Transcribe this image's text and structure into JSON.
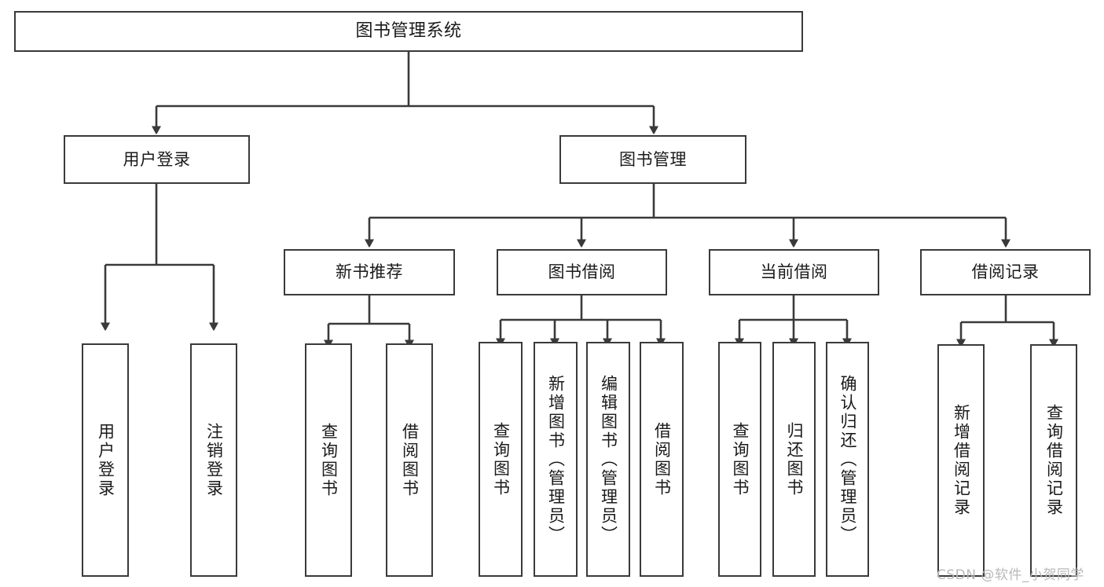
{
  "diagram": {
    "title": "图书管理系统",
    "type": "hierarchy-tree",
    "watermark": "CSDN @软件_小贺同学",
    "colors": {
      "stroke": "#3a3a3a",
      "fill": "#ffffff",
      "text": "#1a1a1a",
      "watermark": "#b9b9b9"
    },
    "nodes": {
      "root": {
        "label": "图书管理系统"
      },
      "level1": [
        {
          "label": "用户登录"
        },
        {
          "label": "图书管理"
        }
      ],
      "level2": [
        {
          "label": "新书推荐"
        },
        {
          "label": "图书借阅"
        },
        {
          "label": "当前借阅"
        },
        {
          "label": "借阅记录"
        }
      ],
      "leaves": {
        "user_login": [
          {
            "label": "用户登录"
          },
          {
            "label": "注销登录"
          }
        ],
        "new_book_recommend": [
          {
            "label": "查询图书"
          },
          {
            "label": "借阅图书"
          }
        ],
        "book_borrow": [
          {
            "label": "查询图书"
          },
          {
            "label": "新增图书（管理员）"
          },
          {
            "label": "编辑图书（管理员）"
          },
          {
            "label": "借阅图书"
          }
        ],
        "current_borrow": [
          {
            "label": "查询图书"
          },
          {
            "label": "归还图书"
          },
          {
            "label": "确认归还（管理员）"
          }
        ],
        "borrow_record": [
          {
            "label": "新增借阅记录"
          },
          {
            "label": "查询借阅记录"
          }
        ]
      }
    }
  }
}
